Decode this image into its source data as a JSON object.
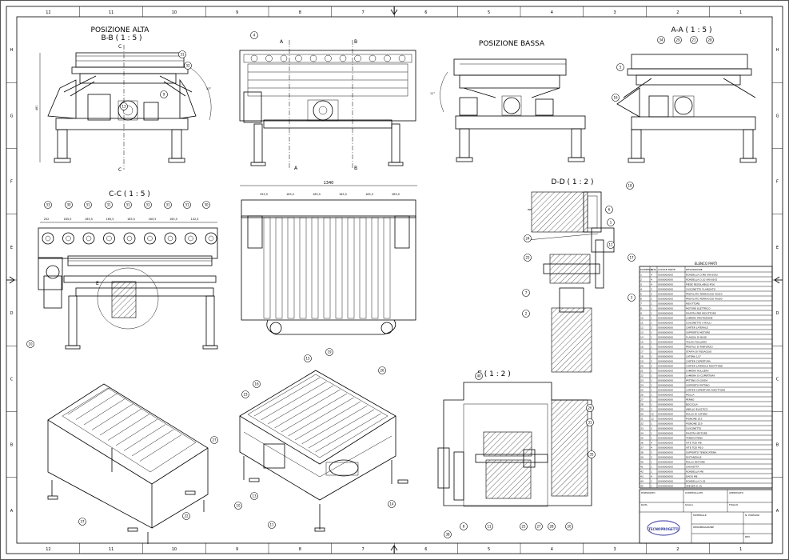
{
  "views": {
    "bb_heading": "POSIZIONE ALTA",
    "bb_label": "B-B ( 1 : 5 )",
    "bassa_heading": "POSIZIONE BASSA",
    "aa_label": "A-A ( 1 : 5 )",
    "cc_label": "C-C ( 1 : 5 )",
    "dd_label": "D-D ( 1 : 2 )",
    "e_label": "E ( 1 : 2 )",
    "plan_total": "1340",
    "plan_dims": [
      "255,5",
      "165,5",
      "165,5",
      "165,5",
      "165,5",
      "289,5"
    ],
    "cc_dims": [
      "202",
      "165,5",
      "165,5",
      "165,5",
      "165,5",
      "165,5",
      "165,5",
      "142,5"
    ],
    "section_marks": [
      "A",
      "A",
      "B",
      "B",
      "C",
      "C",
      "E"
    ],
    "side_dims": [
      "481",
      "53°",
      "11°"
    ]
  },
  "ruler": {
    "top": [
      "12",
      "11",
      "10",
      "9",
      "8",
      "7",
      "6",
      "5",
      "4",
      "3",
      "2",
      "1"
    ],
    "left": [
      "H",
      "G",
      "F",
      "E",
      "D",
      "C",
      "B",
      "A"
    ]
  },
  "bom": {
    "title": "ELENCO PARTI",
    "headers": [
      "ELEMENTO",
      "Q.TA",
      "CODICE PARTE",
      "DESCRIZIONE"
    ],
    "rows": [
      [
        "1",
        "4",
        "0000000000",
        "RONDELLA D.M8 UNI 6592"
      ],
      [
        "2",
        "4",
        "0000000000",
        "RONDELLA D.10 UNI 6592"
      ],
      [
        "3",
        "4",
        "0000000000",
        "PIEDE REGOLABILE M16"
      ],
      [
        "4",
        "2",
        "0000000000",
        "CUSCINETTO FLANGIATO"
      ],
      [
        "5",
        "2",
        "0000000000",
        "PROFILATO FERRAGGIO 40x40"
      ],
      [
        "6",
        "2",
        "0000000000",
        "PROFILATO FERRAGGIO 40x80"
      ],
      [
        "7",
        "1",
        "0000000000",
        "RIDUTTORE"
      ],
      [
        "8",
        "1",
        "0000000000",
        "MOTORE ELETTRICO"
      ],
      [
        "9",
        "1",
        "0000000000",
        "PIASTRA PER RIDUTTORE"
      ],
      [
        "10",
        "1",
        "0000000000",
        "LAMIERA PROTEZIONE"
      ],
      [
        "11",
        "1",
        "0000000000",
        "CUSCINETTO A RULLI"
      ],
      [
        "12",
        "2",
        "0000000000",
        "CARTER LATERALE"
      ],
      [
        "13",
        "1",
        "0000000000",
        "SUPPORTO MOTORE"
      ],
      [
        "14",
        "1",
        "0000000000",
        "FLANGIA DI BASE"
      ],
      [
        "15",
        "1",
        "0000000000",
        "TELAIO RULLIERA"
      ],
      [
        "16",
        "1",
        "0000000000",
        "PROFILO DI RINFORZO"
      ],
      [
        "17",
        "1",
        "0000000000",
        "STAFFA DI FISSAGGIO"
      ],
      [
        "18",
        "1",
        "0000000000",
        "CATENA 1/2\""
      ],
      [
        "19",
        "2",
        "0000000000",
        "CARTER COPERTURA"
      ],
      [
        "20",
        "2",
        "0000000000",
        "CARTER LATERALE RIDUTTORE"
      ],
      [
        "21",
        "1",
        "0000000000",
        "LAMIERA RULLIERA"
      ],
      [
        "22",
        "1",
        "0000000000",
        "LAMIERA DI COPERTURA"
      ],
      [
        "23",
        "1",
        "0000000000",
        "PATTINO DI GUIDA"
      ],
      [
        "24",
        "1",
        "0000000000",
        "SUPPORTO PATTINO"
      ],
      [
        "25",
        "1",
        "0000000000",
        "CARTER COPERTURA RIDUTTORE"
      ],
      [
        "26",
        "1",
        "0000000000",
        "MOLLA"
      ],
      [
        "27",
        "1",
        "0000000000",
        "PERNO"
      ],
      [
        "28",
        "1",
        "0000000000",
        "BOCCOLA"
      ],
      [
        "29",
        "2",
        "0000000000",
        "ANELLO ELASTICO"
      ],
      [
        "30",
        "12",
        "0000000000",
        "RULLO DI CATENA"
      ],
      [
        "31",
        "12",
        "0000000000",
        "PIGNONE Z15"
      ],
      [
        "32",
        "1",
        "0000000000",
        "PIGNONE Z19"
      ],
      [
        "33",
        "2",
        "0000000000",
        "CUSCINETTO"
      ],
      [
        "34",
        "1",
        "0000000000",
        "PIASTRA MOTORE"
      ],
      [
        "35",
        "1",
        "0000000000",
        "TENDICATENA"
      ],
      [
        "36",
        "4",
        "0000000000",
        "VITE TCEI M8"
      ],
      [
        "37",
        "4",
        "0000000000",
        "VITE TCEI M10"
      ],
      [
        "38",
        "2",
        "0000000000",
        "SUPPORTO TENDICATENA"
      ],
      [
        "39",
        "2",
        "0000000000",
        "DISTANZIALE"
      ],
      [
        "40",
        "1",
        "0000000000",
        "RULLO MOTORE"
      ],
      [
        "41",
        "1",
        "0000000000",
        "CHIAVETTA"
      ],
      [
        "42",
        "1",
        "0000000000",
        "RONDELLA M8"
      ],
      [
        "43",
        "4",
        "0000000000",
        "DADO M8"
      ],
      [
        "44",
        "1",
        "0000000000",
        "RONDELLA D.35"
      ],
      [
        "45",
        "1",
        "0000000000",
        "SEEGER D.35"
      ]
    ]
  },
  "titleblock": {
    "company": "TECNOPROGETTI",
    "cells": [
      "DISEGNATO",
      "CONTROLLATO",
      "APPROVATO",
      "DATA",
      "SCALA",
      "FOGLIO",
      "MATERIALE",
      "DENOMINAZIONE",
      "N. DISEGNO",
      "REV."
    ]
  }
}
